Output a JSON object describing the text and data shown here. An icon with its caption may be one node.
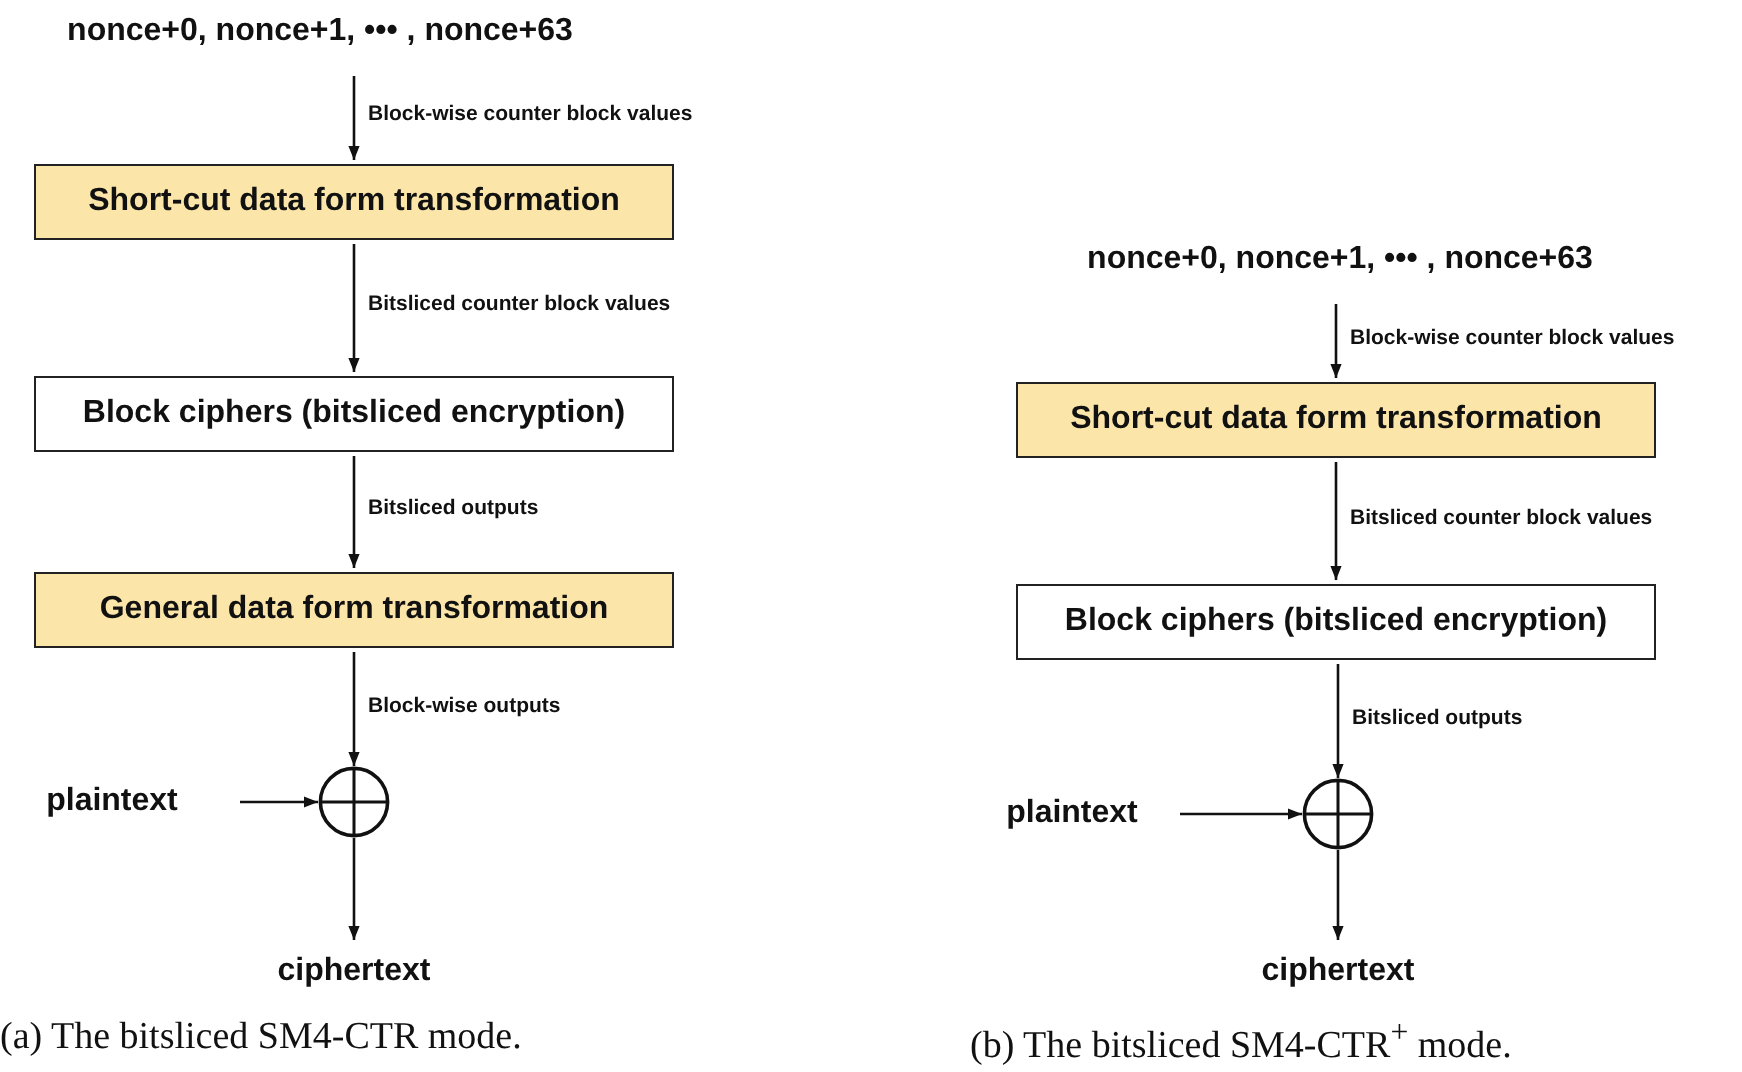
{
  "diagram": {
    "nodes": [
      {
        "text": [
          "nonce+0, nonce+1, ••• , nonce+63"
        ]
      },
      {
        "text": [
          "Short-cut data form transformation"
        ]
      },
      {
        "text": [
          "Block ciphers (bitsliced encryption)"
        ]
      },
      {
        "text": [
          "General data form transformation"
        ]
      },
      {
        "text": [],
        "shape": "circle"
      },
      {
        "text": [
          "plaintext"
        ]
      },
      {
        "text": [
          "ciphertext"
        ]
      },
      {
        "text": [
          "nonce+0, nonce+1, ••• , nonce+63"
        ]
      },
      {
        "text": [
          "Short-cut data form transformation"
        ]
      },
      {
        "text": [
          "Block ciphers (bitsliced encryption)"
        ]
      },
      {
        "text": [],
        "shape": "circle"
      },
      {
        "text": [
          "plaintext"
        ]
      },
      {
        "text": [
          "ciphertext"
        ]
      }
    ],
    "edges": [
      {
        "from": 0,
        "to": 1,
        "arrow": "to",
        "label": "Block-wise counter block values"
      },
      {
        "from": 1,
        "to": 2,
        "arrow": "to",
        "label": "Bitsliced counter block values"
      },
      {
        "from": 2,
        "to": 3,
        "arrow": "to",
        "label": "Bitsliced outputs"
      },
      {
        "from": 3,
        "to": 4,
        "arrow": "to",
        "label": "Block-wise outputs"
      },
      {
        "from": 5,
        "to": 4,
        "arrow": "to"
      },
      {
        "from": 4,
        "to": 6,
        "arrow": "to"
      },
      {
        "from": 7,
        "to": 8,
        "arrow": "to",
        "label": "Block-wise counter block values"
      },
      {
        "from": 8,
        "to": 9,
        "arrow": "to",
        "label": "Bitsliced counter block values"
      },
      {
        "from": 9,
        "to": 10,
        "arrow": "to",
        "label": "Bitsliced outputs"
      },
      {
        "from": 11,
        "to": 10,
        "arrow": "to"
      },
      {
        "from": 10,
        "to": 12,
        "arrow": "to"
      }
    ],
    "labels": [
      "(a) The bitsliced SM4-CTR mode.",
      "(b) The bitsliced SM4-CTR$^{+}$ mode."
    ]
  }
}
